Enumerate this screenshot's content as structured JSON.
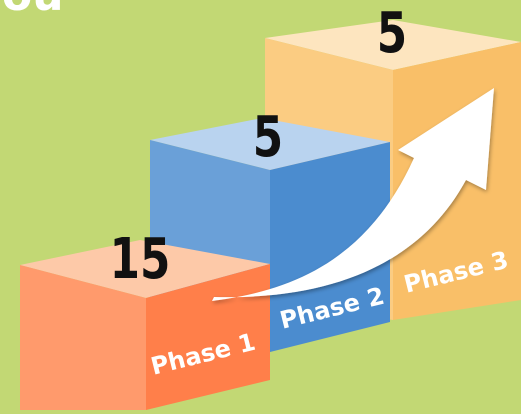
{
  "partial_heading_text": "ou",
  "steps": [
    {
      "value": "15",
      "label": "Phase 1",
      "colors": {
        "top": "#fdc9a8",
        "front": "#ff9a6c",
        "side": "#ff7f4a"
      }
    },
    {
      "value": "5",
      "label": "Phase 2",
      "colors": {
        "top": "#b9d3ef",
        "front": "#6aa0d8",
        "side": "#4b8ccf"
      }
    },
    {
      "value": "5",
      "label": "Phase 3",
      "colors": {
        "top": "#fde5bf",
        "front": "#fbcc82",
        "side": "#f9bf68"
      }
    }
  ],
  "arrow_icon": "growth-arrow",
  "colors": {
    "background": "#c2d874",
    "number": "#111111",
    "label": "#ffffff",
    "arrow": "#ffffff"
  }
}
